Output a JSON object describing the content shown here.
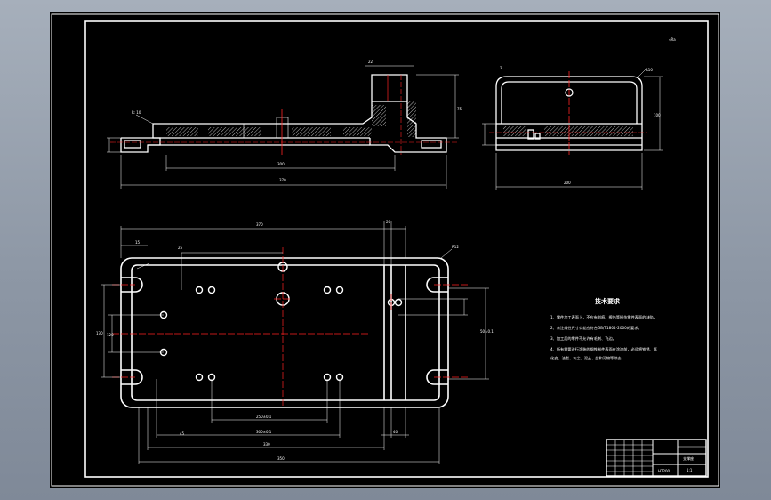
{
  "colors": {
    "background": "#000000",
    "line": "#ffffff",
    "center_line": "#ff2222",
    "hatch": "#ffffff",
    "viewport": "#8e98a6"
  },
  "technical_requirements": {
    "title": "技术要求",
    "items": [
      "1、零件加工表面上，不应有划痕、擦伤等损伤零件表面的缺陷。",
      "2、未注线性尺寸公差应符合GB/T1804-2000的要求。",
      "3、加工后的零件不允许有毛刺、飞边。",
      "4、所有需要进行涂装的钢铁制件表面在涂漆前，必须将铁锈、氧",
      "化皮、油脂、灰尘、泥土、盐和污物等除去。"
    ]
  },
  "title_block": {
    "part_name": "支撑座",
    "material": "HT200",
    "scale": "1:1"
  },
  "dimensions": {
    "roughness_note": "√Ra",
    "front_view_overall": "370",
    "front_view_inner": "300",
    "side_view_width": "200",
    "side_view_height": "100",
    "plan_width": "370",
    "plan_height": "170",
    "plan_inner_1": "250±0.1",
    "plan_inner_2": "300±0.1",
    "plan_bottom_1": "330",
    "plan_bottom_2": "350",
    "plan_left": "120",
    "plan_right": "50±0.1"
  }
}
